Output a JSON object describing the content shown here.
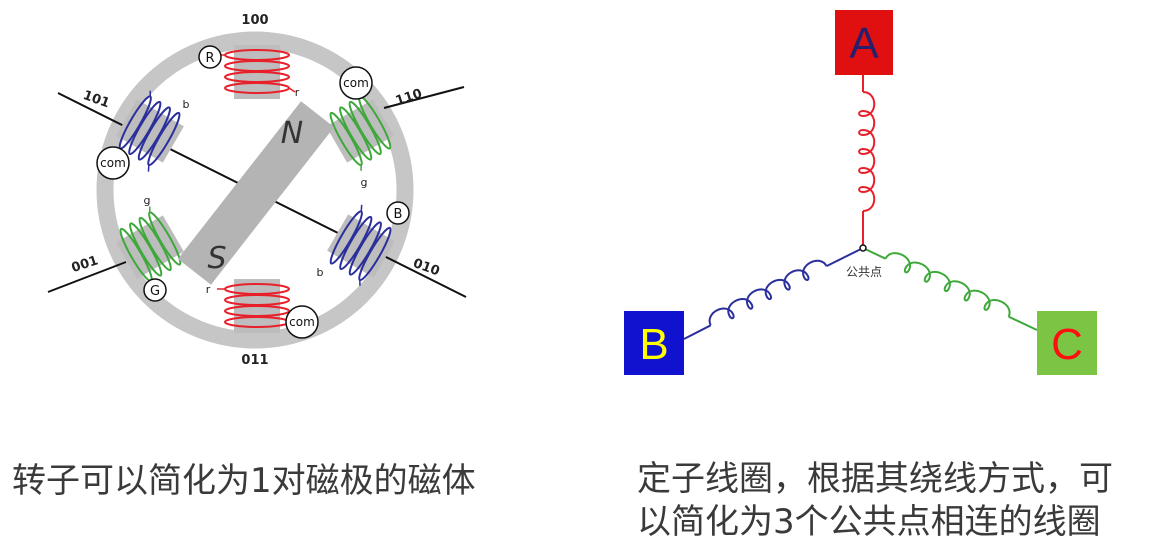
{
  "rotor_diagram": {
    "position_labels": {
      "top": "100",
      "upper_left": "101",
      "upper_right": "110",
      "lower_left": "001",
      "lower_right": "010",
      "bottom": "011"
    },
    "rotor": {
      "north": "N",
      "south": "S"
    },
    "terminals": {
      "r_terminal": "R",
      "b_terminal": "B",
      "g_terminal": "G",
      "com_upper_right": "com",
      "com_left": "com",
      "com_bottom": "com"
    },
    "coil_letters": {
      "r_top": "r",
      "r_bottom": "r",
      "b_upper": "b",
      "b_lower": "b",
      "g_upper": "g",
      "g_lower": "g"
    }
  },
  "stator_diagram": {
    "phase_a": "A",
    "phase_b": "B",
    "phase_c": "C",
    "common_point": "公共点"
  },
  "captions": {
    "left": "转子可以简化为1对磁极的磁体",
    "right_line1": "定子线圈，根据其绕线方式，可",
    "right_line2": "以简化为3个公共点相连的线圈"
  },
  "colors": {
    "ring_gray": "#c6c6c6",
    "rotor_gray": "#b4b4b4",
    "coil_red": "#e8202a",
    "coil_blue": "#2b2f9c",
    "coil_green": "#3ea83a",
    "box_a": "#e01010",
    "box_b": "#1111d0",
    "box_c": "#7cc444",
    "letter_a": "#2a1d6b",
    "letter_b": "#ffff00",
    "letter_c": "#ff1010"
  }
}
